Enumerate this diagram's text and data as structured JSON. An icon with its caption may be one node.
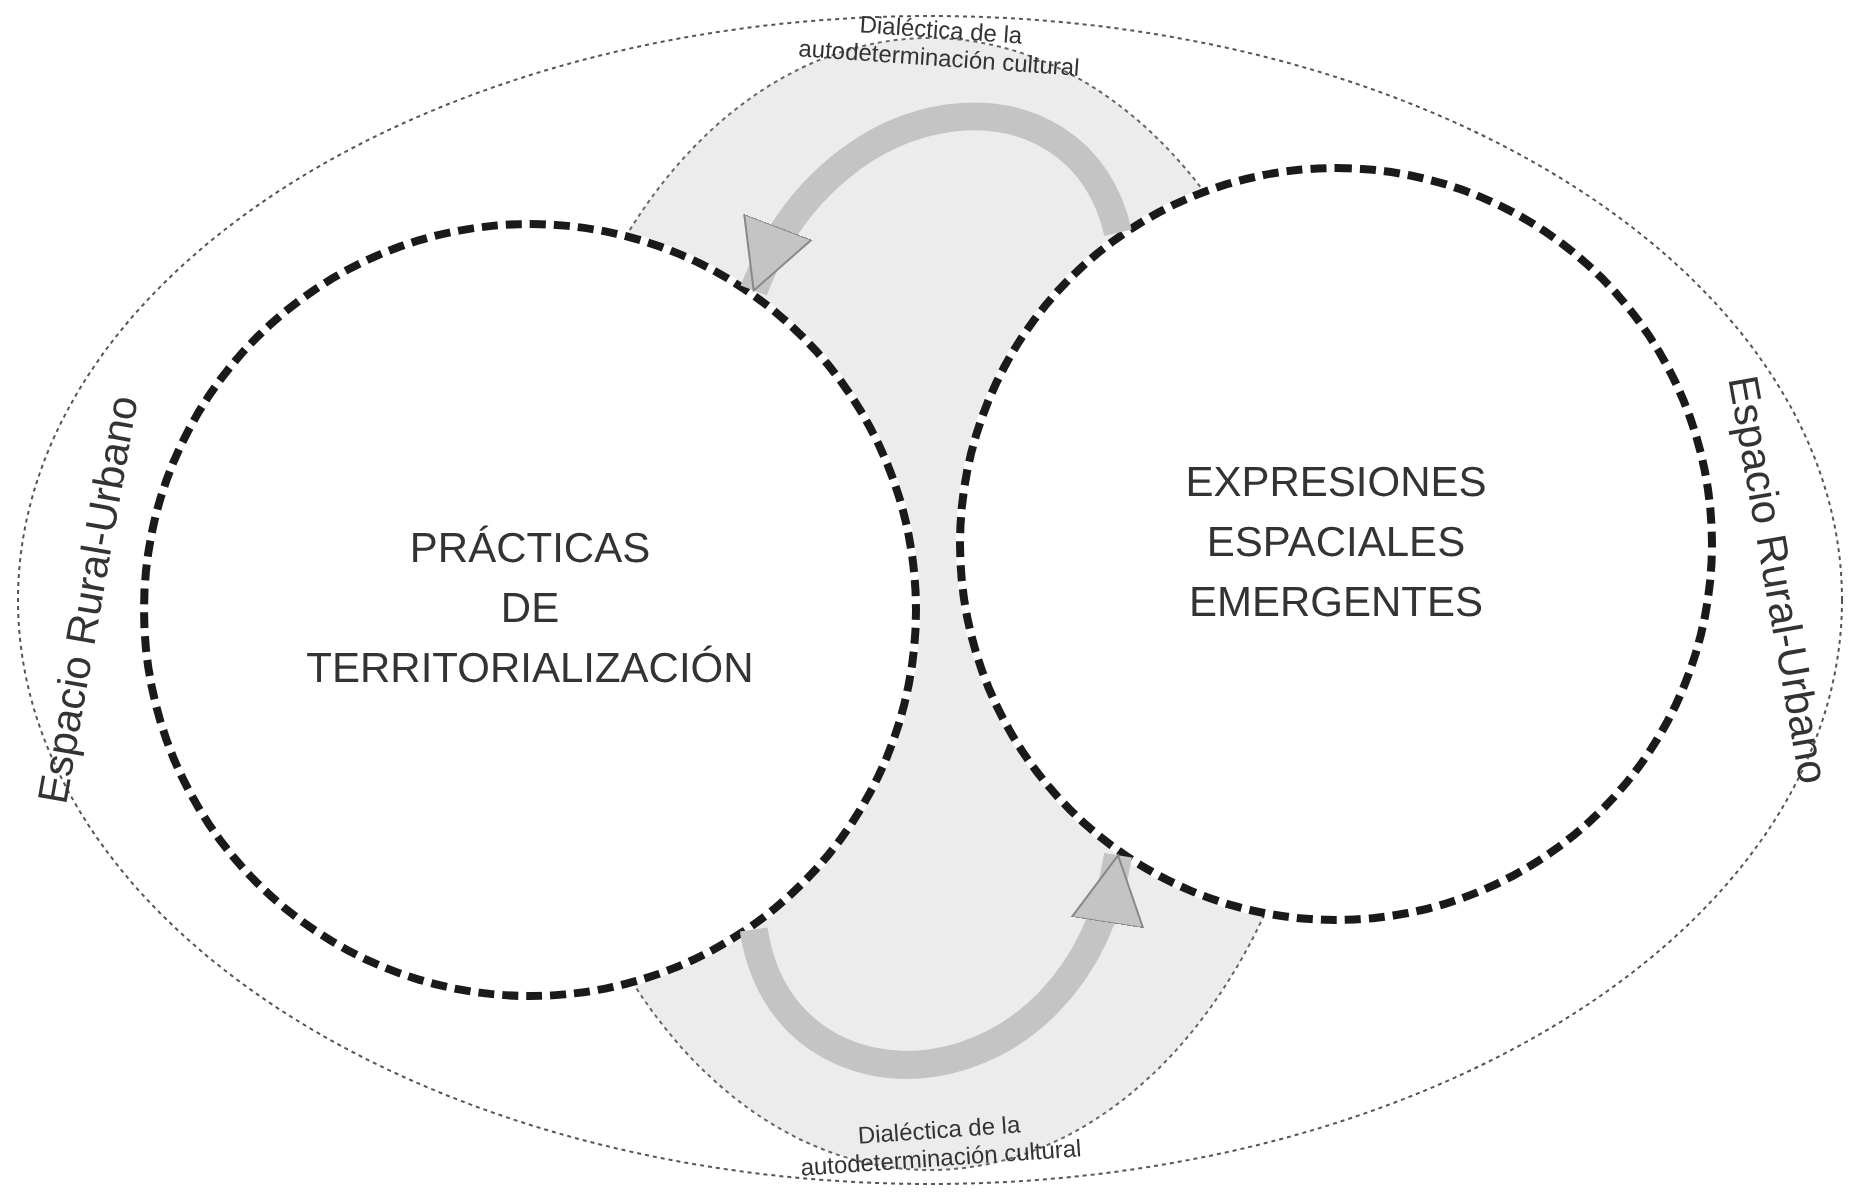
{
  "diagram": {
    "nodes": [
      {
        "text": [
          "Espacio Rural-Urbano",
          "Espacio Rural-Urbano"
        ]
      },
      {
        "text": [
          "PRÁCTICAS DE TERRITORIALIZACIÓN"
        ],
        "in": 0
      },
      {
        "text": [
          "EXPRESIONES ESPACIALES EMERGENTES"
        ],
        "in": 0
      }
    ],
    "edges": [
      {
        "from": 2,
        "to": 1,
        "arrow": "to",
        "label": "Dialéctica de la autodeterminación cultural"
      },
      {
        "from": 1,
        "to": 2,
        "arrow": "to",
        "label": "Dialéctica de la autodeterminación cultural"
      }
    ]
  }
}
